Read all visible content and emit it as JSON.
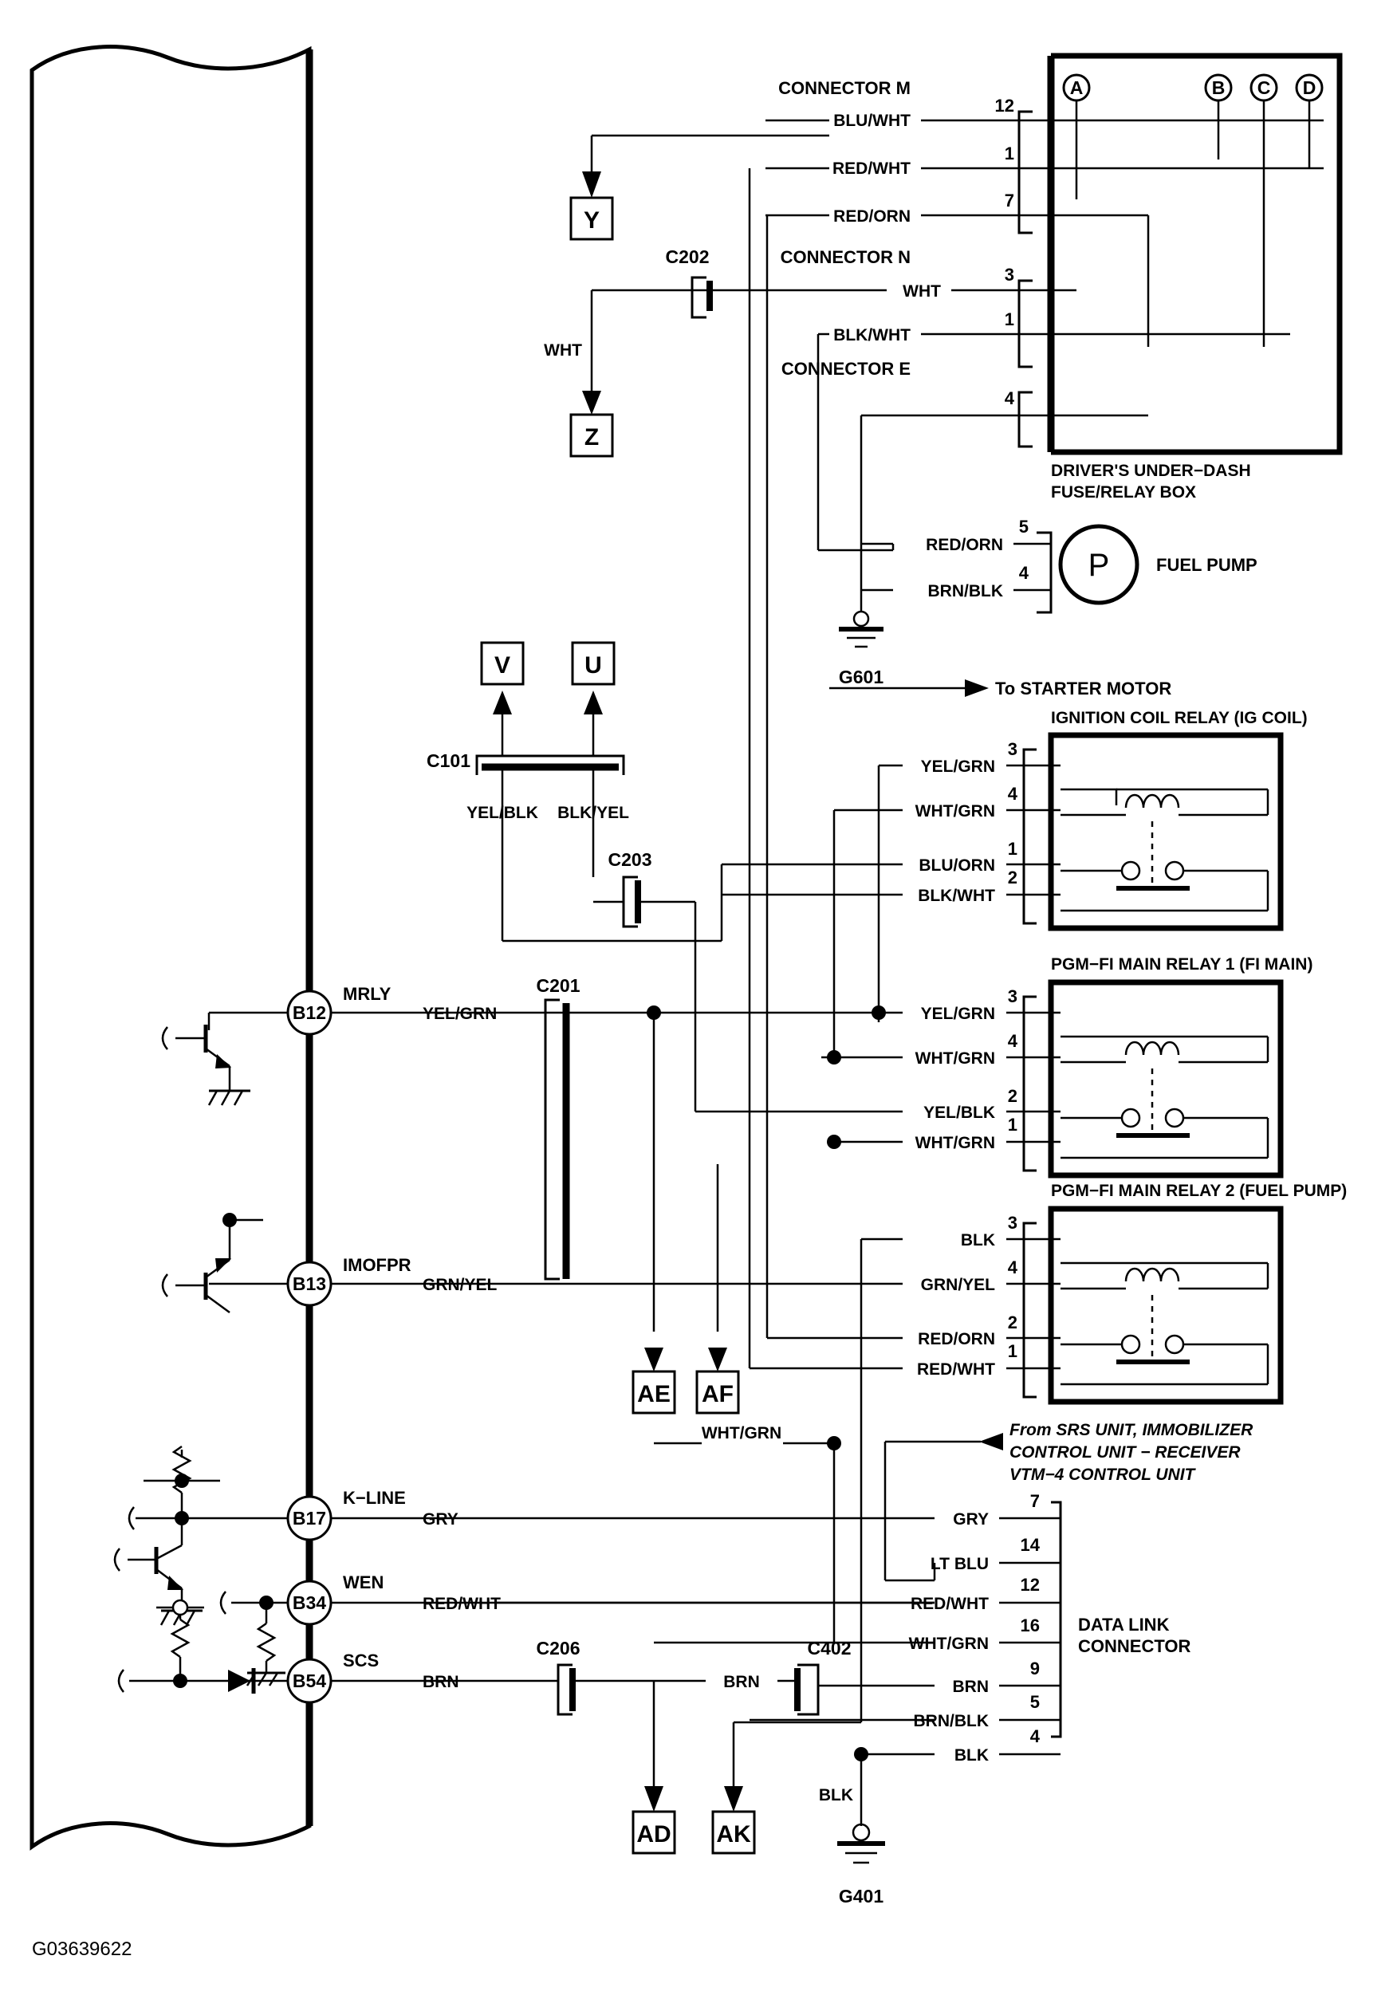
{
  "figure": {
    "id": "G03639622",
    "kind": "automotive-wiring-diagram"
  },
  "ecm": {
    "label": "ECM/PCM connector B (left edge)",
    "pins": [
      {
        "id": "B12",
        "signal": "MRLY",
        "wire": "YEL/GRN"
      },
      {
        "id": "B13",
        "signal": "IMOFPR",
        "wire": "GRN/YEL"
      },
      {
        "id": "B17",
        "signal": "K−LINE",
        "wire": "GRY"
      },
      {
        "id": "B34",
        "signal": "WEN",
        "wire": "RED/WHT"
      },
      {
        "id": "B54",
        "signal": "SCS",
        "wire": "BRN"
      }
    ]
  },
  "fuse_relay_box": {
    "title_line1": "DRIVER'S UNDER−DASH",
    "title_line2": "FUSE/RELAY BOX",
    "connectors": [
      {
        "name": "CONNECTOR M",
        "terminals": [
          {
            "pin": "12",
            "wire": "BLU/WHT"
          },
          {
            "pin": "1",
            "wire": "RED/WHT"
          },
          {
            "pin": "7",
            "wire": "RED/ORN"
          }
        ]
      },
      {
        "name": "CONNECTOR N",
        "terminals": [
          {
            "pin": "3",
            "wire": "WHT"
          },
          {
            "pin": "1",
            "wire": "BLK/WHT"
          }
        ]
      },
      {
        "name": "CONNECTOR E",
        "terminals": [
          {
            "pin": "4",
            "wire": ""
          }
        ]
      }
    ],
    "callouts": [
      "A",
      "B",
      "C",
      "D"
    ]
  },
  "fuel_pump": {
    "label": "FUEL PUMP",
    "symbol": "P",
    "terminals": [
      {
        "pin": "5",
        "wire": "RED/ORN"
      },
      {
        "pin": "4",
        "wire": "BRN/BLK"
      }
    ],
    "ground": "G601"
  },
  "starter_note": "To STARTER MOTOR",
  "relays": [
    {
      "title": "IGNITION COIL RELAY (IG COIL)",
      "terminals": [
        {
          "pin": "3",
          "wire": "YEL/GRN"
        },
        {
          "pin": "4",
          "wire": "WHT/GRN"
        },
        {
          "pin": "1",
          "wire": "BLU/ORN"
        },
        {
          "pin": "2",
          "wire": "BLK/WHT"
        }
      ]
    },
    {
      "title": "PGM−FI MAIN RELAY 1 (FI MAIN)",
      "terminals": [
        {
          "pin": "3",
          "wire": "YEL/GRN"
        },
        {
          "pin": "4",
          "wire": "WHT/GRN"
        },
        {
          "pin": "2",
          "wire": "YEL/BLK"
        },
        {
          "pin": "1",
          "wire": "WHT/GRN"
        }
      ]
    },
    {
      "title": "PGM−FI MAIN RELAY 2 (FUEL PUMP)",
      "terminals": [
        {
          "pin": "3",
          "wire": "BLK"
        },
        {
          "pin": "4",
          "wire": "GRN/YEL"
        },
        {
          "pin": "2",
          "wire": "RED/ORN"
        },
        {
          "pin": "1",
          "wire": "RED/WHT"
        }
      ]
    }
  ],
  "srs_note": {
    "line1": "From SRS UNIT, IMMOBILIZER",
    "line2": "CONTROL UNIT − RECEIVER",
    "line3": "VTM−4 CONTROL UNIT"
  },
  "data_link_connector": {
    "title_line1": "DATA LINK",
    "title_line2": "CONNECTOR",
    "terminals": [
      {
        "pin": "7",
        "wire": "GRY"
      },
      {
        "pin": "14",
        "wire": "LT BLU"
      },
      {
        "pin": "12",
        "wire": "RED/WHT"
      },
      {
        "pin": "16",
        "wire": "WHT/GRN"
      },
      {
        "pin": "9",
        "wire": "BRN"
      },
      {
        "pin": "5",
        "wire": "BRN/BLK"
      },
      {
        "pin": "4",
        "wire": "BLK"
      }
    ]
  },
  "inline_connectors": [
    {
      "id": "C202"
    },
    {
      "id": "C101"
    },
    {
      "id": "C203"
    },
    {
      "id": "C201"
    },
    {
      "id": "C206"
    },
    {
      "id": "C402"
    }
  ],
  "page_refs": [
    {
      "id": "Y",
      "wire": ""
    },
    {
      "id": "Z",
      "wire": "WHT"
    },
    {
      "id": "V",
      "wire": "YEL/BLK"
    },
    {
      "id": "U",
      "wire": "BLK/YEL"
    },
    {
      "id": "AE",
      "wire": ""
    },
    {
      "id": "AF",
      "wire": ""
    },
    {
      "id": "AD",
      "wire": ""
    },
    {
      "id": "AK",
      "wire": ""
    }
  ],
  "grounds": [
    {
      "id": "G601",
      "wire": "BRN/BLK"
    },
    {
      "id": "G401",
      "wire": "BLK"
    }
  ],
  "loose_labels": {
    "wht_to_z": "WHT",
    "blk_to_g401": "BLK",
    "brn_mid": "BRN",
    "whtgrn_mid": "WHT/GRN",
    "yelblk_c101": "YEL/BLK",
    "blkyel_c101": "BLK/YEL"
  },
  "colors": {
    "ink": "#000000",
    "paper": "#ffffff"
  }
}
